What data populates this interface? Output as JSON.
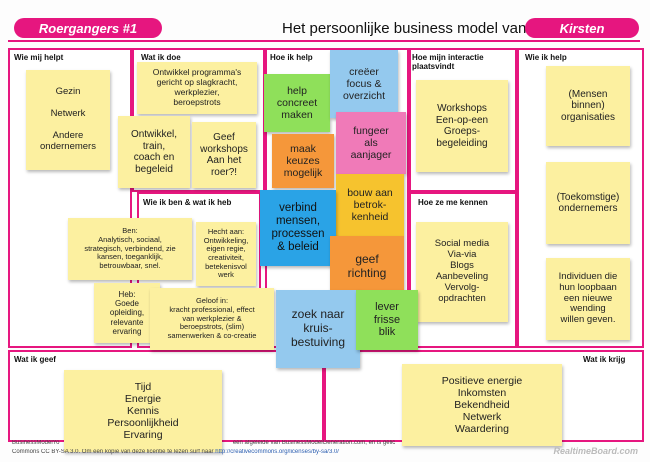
{
  "header": {
    "left_badge": "Roergangers #1",
    "title": "Het persoonlijke business model van:",
    "name_badge": "Kirsten"
  },
  "sections": {
    "wie_mij_helpt": "Wie mij helpt",
    "wat_ik_doe": "Wat ik doe",
    "hoe_ik_help": "Hoe ik help",
    "hoe_interactie": "Hoe mijn interactie\nplaatsvindt",
    "wie_ik_help": "Wie ik help",
    "wie_ik_ben": "Wie ik ben & wat ik heb",
    "hoe_ze_kennen": "Hoe ze me kennen",
    "wat_ik_geef": "Wat ik geef",
    "wat_ik_krijg": "Wat ik krijg"
  },
  "notes": {
    "helpers": "Gezin\n\nNetwerk\n\nAndere\nondernemers",
    "programma": "Ontwikkel programma's\ngericht op slagkracht,\nwerkplezier,\nberoepstrots",
    "ontwikkel": "Ontwikkel,\ntrain,\ncoach en\nbegeleid",
    "workshops_roer": "Geef\nworkshops\nAan het\nroer?!",
    "help_concreet": "help\nconcreet\nmaken",
    "creeer": "creëer\nfocus &\noverzicht",
    "maak_keuzes": "maak\nkeuzes\nmogelijk",
    "aanjager": "fungeer\nals\naanjager",
    "verbind": "verbind\nmensen,\nprocessen\n& beleid",
    "bouw": "bouw aan\nbetrok-\nkenheid",
    "richting": "geef\nrichting",
    "kruisbestuiving": "zoek naar\nkruis-\nbestuiving",
    "frisse_blik": "lever\nfrisse\nblik",
    "interactie": "Workshops\nEen-op-een\nGroeps-\nbegeleiding",
    "organisaties": "(Mensen\nbinnen)\norganisaties",
    "ondernemers": "(Toekomstige)\nondernemers",
    "individuen": "Individuen die\nhun loopbaan\neen nieuwe\nwending\nwillen geven.",
    "ben": "Ben:\nAnalytisch, sociaal,\nstrategisch, verbindend, zie\nkansen, toeganklijk,\nbetrouwbaar, snel.",
    "hecht": "Hecht aan:\nOntwikkeling,\neigen regie,\ncreativiteit,\nbetekenisvol\nwerk",
    "heb": "Heb:\nGoede\nopleiding,\nrelevante\nervaring",
    "geloof": "Geloof in:\nkracht professional, effect\nvan werkplezier &\nberoepstrots, (slim)\nsamenwerken & co-creatie",
    "kennen": "Social media\nVia-via\nBlogs\nAanbeveling\nVervolg-\nopdrachten",
    "geef": "Tijd\nEnergie\nKennis\nPersoonlijkheid\nErvaring",
    "krijg": "Positieve energie\nInkomsten\nBekendheid\nNetwerk\nWaardering"
  },
  "footer": {
    "line1_start": "BusinessModelYo",
    "line1_end": "een afgeleide van BusinessModelGeneration.com, en is gelic",
    "line2_start": "Commons CC BY-SA 3.0. Om een kopie van deze licentie te lezen surf naar",
    "line2_link": "http://creativecommons.org/licenses/by-sa/3.0/",
    "watermark": "RealtimeBoard.com"
  },
  "colors": {
    "accent": "#e6167f",
    "sticky_yellow": "#fcf0a0",
    "sticky_green": "#8fe05a",
    "sticky_blue": "#94c9ee",
    "sticky_orange": "#f5973a",
    "sticky_pink": "#f07ab8",
    "sticky_gold": "#f6c32e",
    "sticky_sky": "#2aa3e6"
  }
}
